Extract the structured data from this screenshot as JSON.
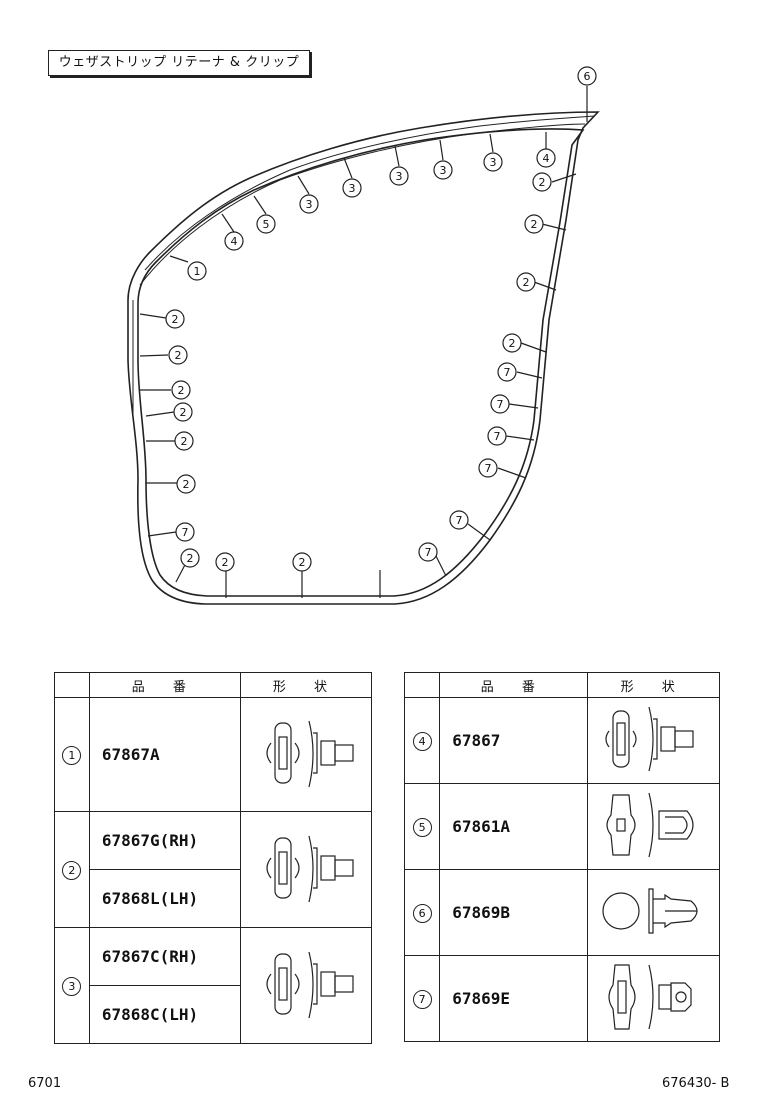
{
  "title": "ウェザストリップ リテーナ & クリップ",
  "table_headers": {
    "part_no": "品 番",
    "shape": "形 状"
  },
  "callouts": [
    "6",
    "4",
    "2",
    "3",
    "3",
    "3",
    "3",
    "3",
    "2",
    "5",
    "2",
    "4",
    "2",
    "1",
    "7",
    "2",
    "7",
    "2",
    "7",
    "2",
    "7",
    "2",
    "7",
    "2",
    "7",
    "2",
    "7",
    "2",
    "2",
    "2"
  ],
  "left_table": [
    {
      "num": "1",
      "parts": [
        "67867A"
      ],
      "icon": "clip-retainer-icon"
    },
    {
      "num": "2",
      "parts": [
        "67867G(RH)",
        "67868L(LH)"
      ],
      "icon": "clip-retainer-icon"
    },
    {
      "num": "3",
      "parts": [
        "67867C(RH)",
        "67868C(LH)"
      ],
      "icon": "clip-retainer-icon"
    }
  ],
  "right_table": [
    {
      "num": "4",
      "parts": [
        "67867"
      ],
      "icon": "clip-retainer-icon"
    },
    {
      "num": "5",
      "parts": [
        "67861A"
      ],
      "icon": "push-clip-icon"
    },
    {
      "num": "6",
      "parts": [
        "67869B"
      ],
      "icon": "round-head-clip-icon"
    },
    {
      "num": "7",
      "parts": [
        "67869E"
      ],
      "icon": "hex-nut-clip-icon"
    }
  ],
  "footer": {
    "left": "6701",
    "right": "676430- B"
  }
}
